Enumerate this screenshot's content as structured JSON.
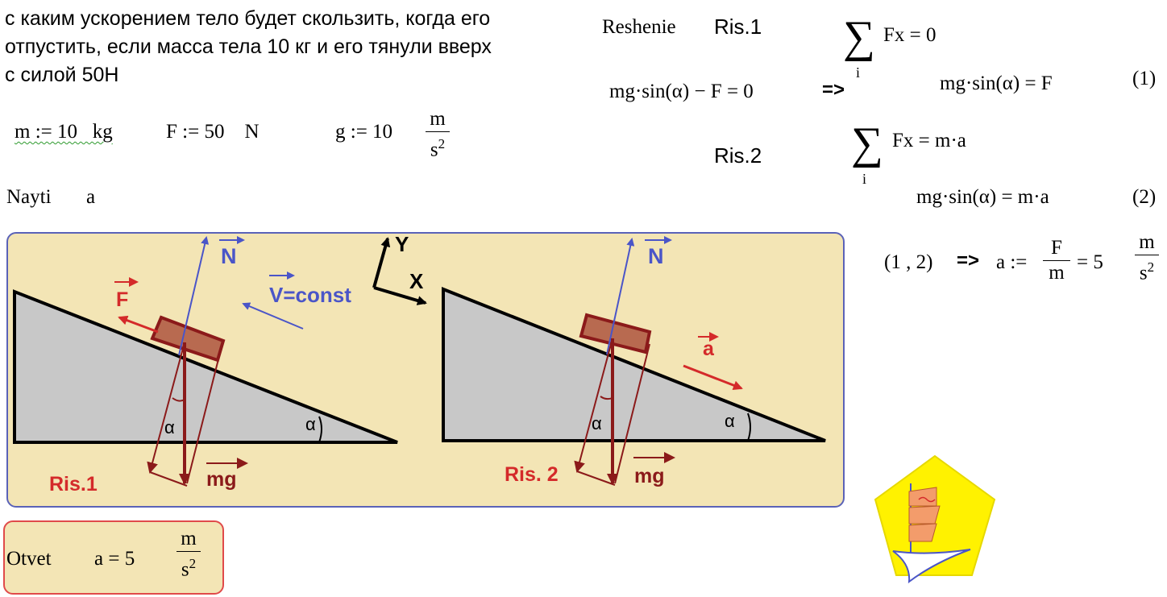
{
  "question": {
    "line1": "с каким ускорением тело будет скользить, когда его",
    "line2": "отпустить, если масса тела 10 кг и его тянули вверх",
    "line3": "с силой 50Н"
  },
  "given": {
    "m_def": "m := 10   kg",
    "F_def": "F := 50    N",
    "g_def": "g := 10",
    "g_unit_num": "m",
    "g_unit_den": "s",
    "g_unit_exp": "2"
  },
  "find": {
    "label": "Nayti",
    "var": "a"
  },
  "solution": {
    "heading": "Reshenie",
    "ris1": "Ris.1",
    "ris2": "Ris.2",
    "sigma": "∑",
    "sum_index": "i",
    "sum1_expr": "Fx = 0",
    "eq1_left": "mg·sin(α) − F = 0",
    "implies1": "=>",
    "eq1_right": "mg·sin(α) = F",
    "tag1": "(1)",
    "sum2_expr": "Fx = m·a",
    "eq2": "mg·sin(α) = m·a",
    "tag2": "(2)",
    "combine": "(1 , 2)",
    "implies2": "=>",
    "a_def": "a :=",
    "frac_num": "F",
    "frac_den": "m",
    "result": "= 5",
    "unit_num": "m",
    "unit_den": "s",
    "unit_exp": "2"
  },
  "diagram": {
    "N1": "N",
    "F": "F",
    "V": "V=const",
    "Y": "Y",
    "X": "X",
    "alpha": "α",
    "mg": "mg",
    "ris1": "Ris.1",
    "N2": "N",
    "a": "a",
    "ris2": "Ris. 2"
  },
  "answer": {
    "label": "Otvet",
    "expr": "a = 5",
    "unit_num": "m",
    "unit_den": "s",
    "unit_exp": "2"
  },
  "colors": {
    "panel_bg": "#f3e5b5",
    "panel_border": "#5a62b8",
    "answer_border": "#e04a4a",
    "red": "#d42a2a",
    "dark_red": "#8b1a1a",
    "blue": "#4a55c8",
    "block": "#b86a50",
    "triangle": "#c8c8c8",
    "logo_yellow": "#fff200",
    "logo_orange": "#f39c6b"
  }
}
